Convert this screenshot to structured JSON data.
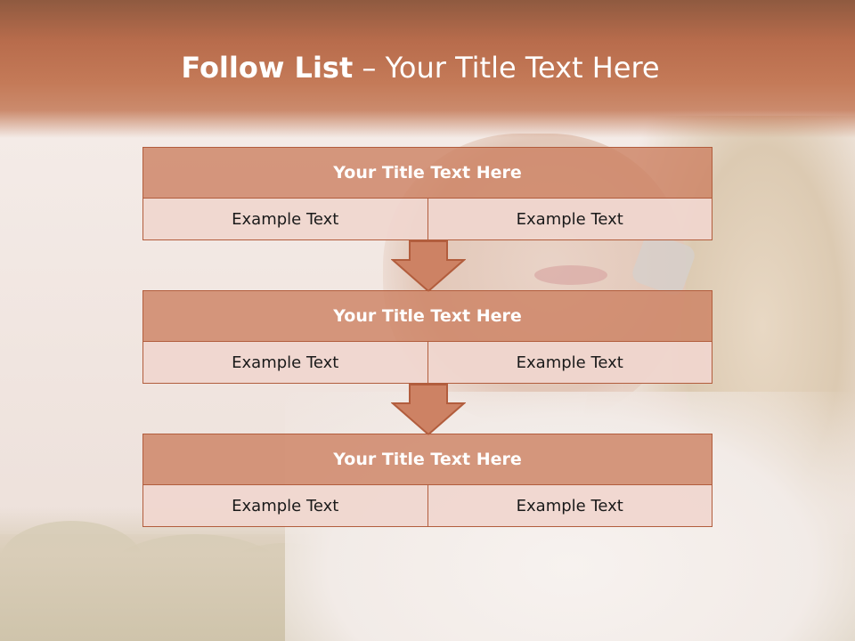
{
  "slide": {
    "title_bold": "Follow List",
    "title_rest": " – Your Title Text Here"
  },
  "steps": [
    {
      "title": "Your Title Text Here",
      "left": "Example Text",
      "right": "Example Text"
    },
    {
      "title": "Your Title Text Here",
      "left": "Example Text",
      "right": "Example Text"
    },
    {
      "title": "Your Title Text Here",
      "left": "Example Text",
      "right": "Example Text"
    }
  ],
  "colors": {
    "header": "#c47a58",
    "box_head": "#cd8264",
    "box_border": "#b25d3d",
    "cell": "#f0d6ce"
  },
  "icons": [
    "down-arrow-icon"
  ]
}
